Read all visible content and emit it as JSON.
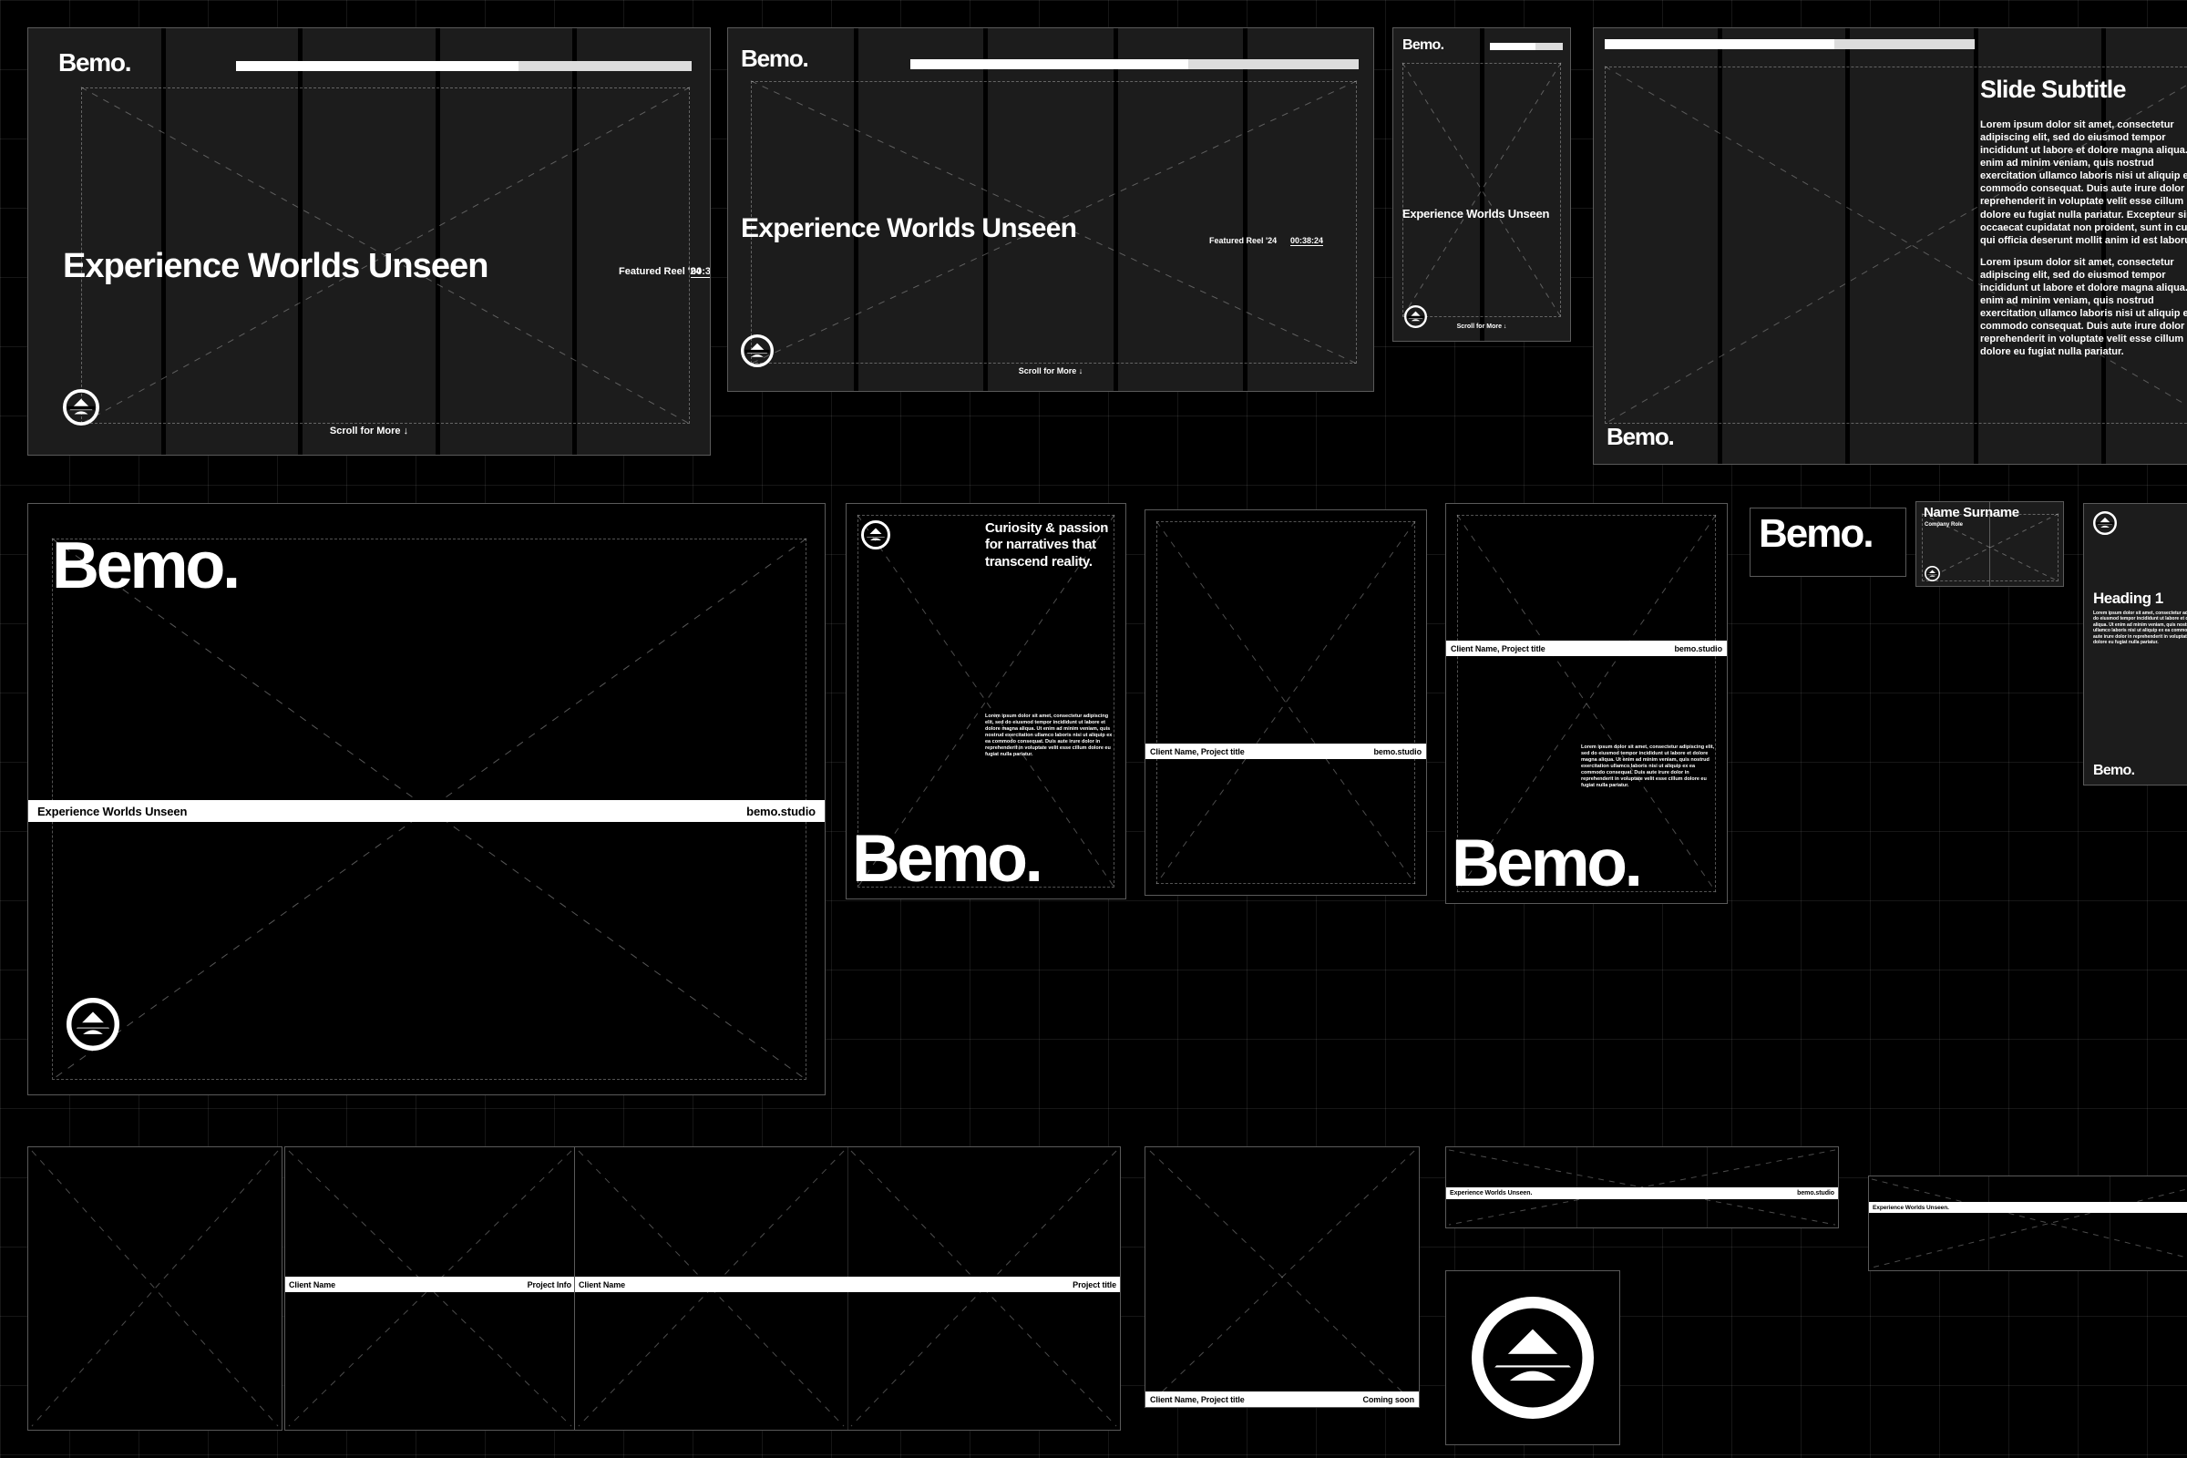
{
  "brand": {
    "wordmark": "Bemo.",
    "domain": "bemo.studio",
    "logo_icon": "bemo-arch-logo-icon"
  },
  "hero": {
    "headline": "Experience Worlds Unseen",
    "headline_period": "Experience Worlds Unseen.",
    "featured_label": "Featured Reel '24",
    "timecode": "00:38:24",
    "scroll_hint": "Scroll for More ↓",
    "progress_percent": 62
  },
  "subtitle_slide": {
    "heading": "Slide Subtitle",
    "paragraph_1": "Lorem ipsum dolor sit amet, consectetur adipiscing elit, sed do eiusmod tempor incididunt ut labore et dolore magna aliqua. Ut enim ad minim veniam, quis nostrud exercitation ullamco laboris nisi ut aliquip ex ea commodo consequat. Duis aute irure dolor in reprehenderit in voluptate velit esse cillum dolore eu fugiat nulla pariatur. Excepteur sint occaecat cupidatat non proident, sunt in culpa qui officia deserunt mollit anim id est laborum.",
    "paragraph_2": "Lorem ipsum dolor sit amet, consectetur adipiscing elit, sed do eiusmod tempor incididunt ut labore et dolore magna aliqua. Ut enim ad minim veniam, quis nostrud exercitation ullamco laboris nisi ut aliquip ex ea commodo consequat. Duis aute irure dolor in reprehenderit in voluptate velit esse cillum dolore eu fugiat nulla pariatur."
  },
  "manifesto": {
    "statement": "Curiosity & passion for narratives that transcend reality.",
    "paragraph": "Lorem ipsum dolor sit amet, consectetur adipiscing elit, sed do eiusmod tempor incididunt ut labore et dolore magna aliqua. Ut enim ad minim veniam, quis nostrud exercitation ullamco laboris nisi ut aliquip ex ea commodo consequat. Duis aute irure dolor in reprehenderit in voluptate velit esse cillum dolore eu fugiat nulla pariatur."
  },
  "project_cards": {
    "client_project": "Client Name, Project title",
    "client_name": "Client Name",
    "project_info": "Project Info",
    "project_title": "Project title",
    "coming_soon": "Coming soon"
  },
  "person_card": {
    "name": "Name Surname",
    "role": "Company Role"
  },
  "heading_card": {
    "heading": "Heading 1",
    "paragraph": "Lorem ipsum dolor sit amet, consectetur adipiscing elit, sed do eiusmod tempor incididunt ut labore et dolore magna aliqua. Ut enim ad minim veniam, quis nostrud exercitation ullamco laboris nisi ut aliquip ex ea commodo consequat. Duis aute irure dolor in reprehenderit in voluptate velit esse cillum dolore eu fugiat nulla pariatur."
  },
  "colors": {
    "background": "#000000",
    "panel": "#1c1c1c",
    "accent": "#ffffff",
    "grid_line": "#2a2a2a",
    "progress_track": "#dcdcdc"
  }
}
